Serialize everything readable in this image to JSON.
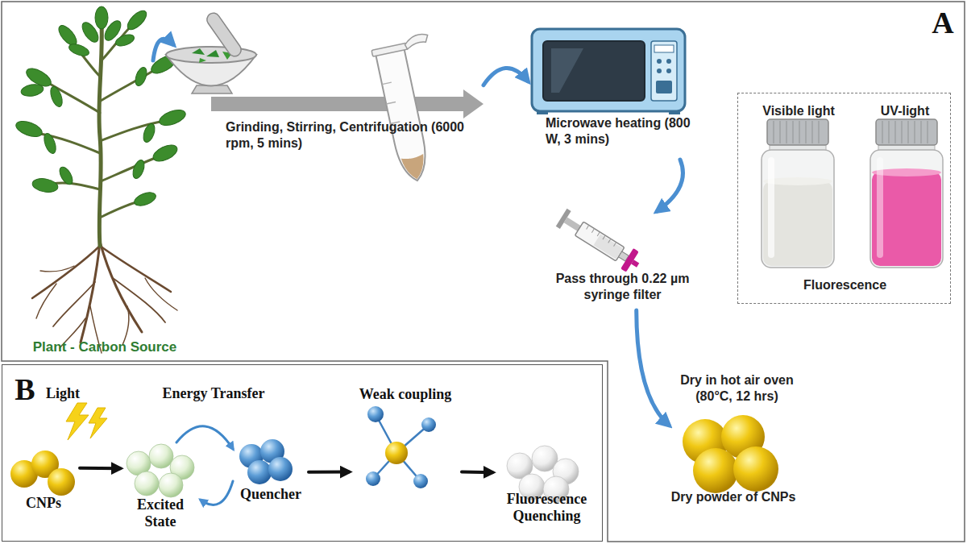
{
  "diagram": {
    "nodes": [
      {
        "text": [
          "A"
        ]
      },
      {
        "text": [
          "Plant - Carbon Source"
        ],
        "in": 0
      },
      {
        "text": [
          "Grinding, Stirring, Centrifugation (6000 rpm, 5 mins)"
        ],
        "in": 0
      },
      {
        "text": [
          "Microwave heating (800 W, 3 mins)"
        ],
        "in": 0
      },
      {
        "text": [
          "Visible light",
          "UV-light",
          "Fluorescence"
        ],
        "in": 0
      },
      {
        "text": [
          "Pass through 0.22 µm syringe filter"
        ],
        "in": 0
      },
      {
        "text": [
          "Dry powder of CNPs"
        ],
        "in": 0
      },
      {
        "text": [
          "B"
        ]
      },
      {
        "text": [
          "CNPs"
        ],
        "in": 7
      },
      {
        "text": [
          "Excited State"
        ],
        "in": 7
      },
      {
        "text": [
          "Quencher"
        ],
        "in": 7
      },
      {
        "text": [
          "Weak coupling"
        ],
        "in": 7
      },
      {
        "text": [
          "Fluorescence Quenching"
        ],
        "in": 7
      }
    ],
    "edges": [
      {
        "from": 1,
        "to": 2,
        "arrow": "to"
      },
      {
        "from": 2,
        "to": 3,
        "arrow": "to"
      },
      {
        "from": 3,
        "to": 5,
        "arrow": "to"
      },
      {
        "from": 5,
        "to": 6,
        "label": "Dry in hot air oven (80°C, 12 hrs)",
        "arrow": "to"
      },
      {
        "from": 8,
        "to": 9,
        "arrow": "to"
      },
      {
        "from": 9,
        "to": 10,
        "label": "Energy Transfer",
        "arrow": "to"
      },
      {
        "from": 10,
        "to": 9,
        "arrow": "to"
      },
      {
        "from": 10,
        "to": 11,
        "arrow": "to"
      },
      {
        "from": 11,
        "to": 12,
        "arrow": "to"
      }
    ],
    "labels": [
      "Light"
    ]
  }
}
